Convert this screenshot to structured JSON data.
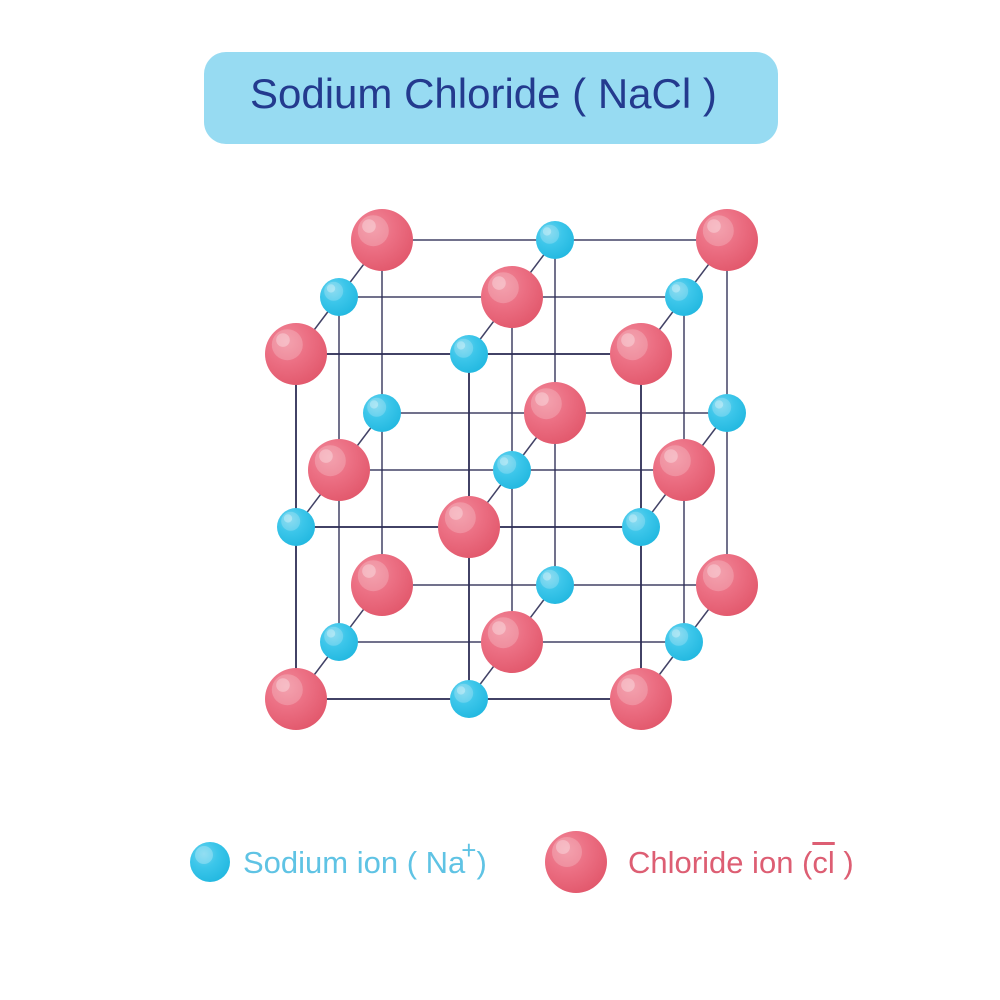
{
  "title": "Sodium Chloride ( NaCl )",
  "legend": {
    "sodium": {
      "label_prefix": "Sodium ion ( Na",
      "superscript": "+",
      "label_suffix": ")",
      "color": "#29c0e6"
    },
    "chloride": {
      "label_prefix": "Chloride ion (",
      "overline_text": "cl",
      "label_suffix": " )",
      "color": "#e85d70"
    }
  },
  "lattice": {
    "type": "rock-salt cubic 3x3x3",
    "front_x": [
      296,
      469,
      641
    ],
    "front_y": [
      354,
      527,
      699
    ],
    "depth_offset": [
      43,
      -57
    ],
    "sodium_radius": 19,
    "chloride_radius": 31,
    "line_color": "#2d2d55"
  },
  "colors": {
    "title_bg": "#97dbf2",
    "title_text": "#233a8e",
    "sodium": "#29c0e6",
    "chloride": "#e85d70"
  }
}
